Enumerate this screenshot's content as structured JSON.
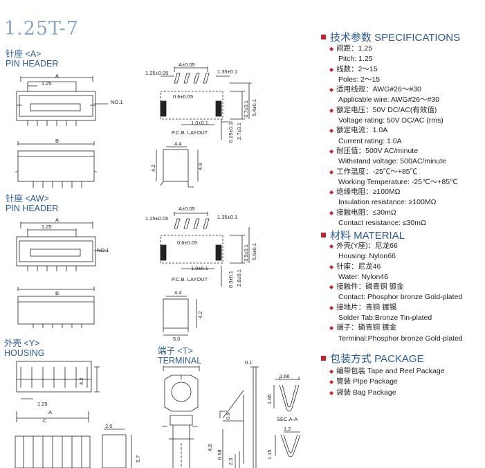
{
  "title": "1.25T-7",
  "left": {
    "pin_a": {
      "cn": "针座 <A>",
      "en": "PIN HEADER"
    },
    "pin_aw": {
      "cn": "针座 <AW>",
      "en": "PIN HEADER"
    },
    "housing": {
      "cn": "外壳 <Y>",
      "en": "HOUSING"
    },
    "terminal": {
      "cn": "端子 <T>",
      "en": "TERMINAL"
    }
  },
  "dims": {
    "a": "A",
    "b": "B",
    "c": "C",
    "p125": "1.25",
    "no1": "NO.1",
    "a005": "A±0.05",
    "p125_005": "1.25±0.05",
    "p135_01": "1.35±0.1",
    "p06_005": "0.6±0.05",
    "p37_01": "3.7±0.1",
    "p54_01": "5.4±0.1",
    "p10_01": "1.0±0.1",
    "p025_01": "0.25±0.1",
    "p27_01": "2.7±0.1",
    "pcb": "P.C.B. LAYOUT",
    "p44": "4.4",
    "p42": "4.2",
    "p49": "4.9",
    "p39_01": "3.9±0.1",
    "p56_01": "5.6±0.1",
    "p03_01": "0.3±0.1",
    "p28_01": "2.8±0.1",
    "p50": "5.0",
    "p20": "2.0",
    "p57": "5.7",
    "p01": "0.1",
    "p166": "1.66",
    "p165": "1.65",
    "p06": "0.6",
    "p48": "4.8",
    "p058": "0.58",
    "p23": "2.3",
    "p12": "1.2",
    "p115": "1.15",
    "seca": "SEC.A-A"
  },
  "specs": {
    "heading": "技术参数 SPECIFICATIONS",
    "items": [
      {
        "cn": "间距：1.25",
        "en": "Pitch: 1.25"
      },
      {
        "cn": "线数：2～15",
        "en": "Poles: 2～15"
      },
      {
        "cn": "适用线规：AWG#26～#30",
        "en": "Applicable wire: AWG#26～#30"
      },
      {
        "cn": "额定电压：50V DC/AC(有效值)",
        "en": "Voltage rating: 50V DC/AC (rms)"
      },
      {
        "cn": "额定电流：1.0A",
        "en": "Current rating: 1.0A"
      },
      {
        "cn": "耐压值：500V AC/minute",
        "en": "Withstand voltage: 500AC/minute"
      },
      {
        "cn": "工作温度：-25℃～+85℃",
        "en": "Working Temperature: -25℃～+85℃"
      },
      {
        "cn": "绝缘电阻：≥100MΩ",
        "en": "Insulation resistance: ≥100MΩ"
      },
      {
        "cn": "接触电阻：≤30mΩ",
        "en": "Contact resistance: ≤30mΩ"
      }
    ]
  },
  "material": {
    "heading": "材料 MATERIAL",
    "items": [
      {
        "cn": "外壳(Y座)：尼龙66",
        "en": "Housing: Nylon66"
      },
      {
        "cn": "针座：尼龙46",
        "en": "Water: Nylon46"
      },
      {
        "cn": "接触件：磷青铜 镀金",
        "en": "Contact: Phosphor bronze Gold-plated"
      },
      {
        "cn": "接地片：青铜 镀锡",
        "en": "Solder Tab:Bronze Tin-plated"
      },
      {
        "cn": "端子：磷青铜 镀金",
        "en": "Terminal:Phosphor bronze Gold-plated"
      }
    ]
  },
  "package": {
    "heading": "包装方式 PACKAGE",
    "items": [
      {
        "cn": "编带包装 Tape and Reel Package"
      },
      {
        "cn": "管装 Pipe Package"
      },
      {
        "cn": "袋装 Bag Package"
      }
    ]
  },
  "colors": {
    "accent": "#c8202a",
    "heading": "#2a5a9a",
    "title": "#8aa6c2"
  }
}
